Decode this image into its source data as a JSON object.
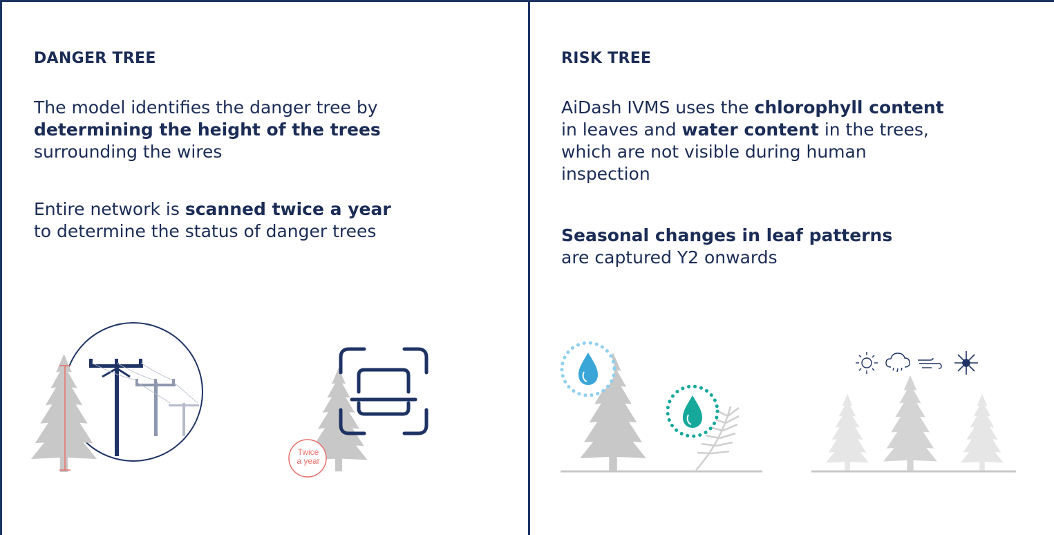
{
  "left_panel": {
    "heading": "DANGER TREE",
    "para1": {
      "t1": "The model identifies the danger tree by ",
      "b1": "determining the height of the trees",
      "t2": " surrounding the wires"
    },
    "para2": {
      "t1": "Entire network is ",
      "b1": "scanned twice a year",
      "t2": " to determine the status of danger trees"
    },
    "badge": {
      "line1": "Twice",
      "line2": "a year"
    }
  },
  "right_panel": {
    "heading": "RISK TREE",
    "para1": {
      "t1": "AiDash IVMS uses the ",
      "b1": "chlorophyll content",
      "t2": " in leaves and ",
      "b2": "water content",
      "t3": " in the trees, which are not visible during human inspection"
    },
    "para2": {
      "b1": "Seasonal changes in leaf patterns",
      "t1": " are captured Y2 onwards"
    }
  },
  "colors": {
    "navy": "#1e3364",
    "tree_grey": "#c8c8c8",
    "tree_light": "#e2e2e2",
    "height_marker": "#e8706a",
    "water_blue": "#3aa6d8",
    "water_teal": "#16a89a",
    "pole_grey": "#8d97ad"
  },
  "icons": [
    "water-drop-icon",
    "sun-icon",
    "rain-cloud-icon",
    "wind-icon",
    "snowflake-icon",
    "scan-frame-icon"
  ]
}
